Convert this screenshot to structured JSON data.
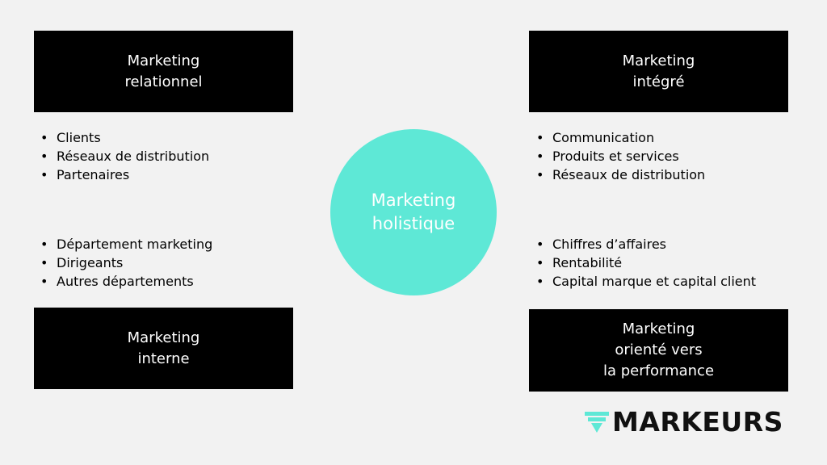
{
  "center": {
    "line1": "Marketing",
    "line2": "holistique"
  },
  "quadrants": {
    "top_left": {
      "box_lines": [
        "Marketing",
        "relationnel"
      ],
      "bullets": [
        "Clients",
        "Réseaux de distribution",
        "Partenaires"
      ]
    },
    "top_right": {
      "box_lines": [
        "Marketing",
        "intégré"
      ],
      "bullets": [
        "Communication",
        "Produits et services",
        "Réseaux de distribution"
      ]
    },
    "bottom_left": {
      "box_lines": [
        "Marketing",
        "interne"
      ],
      "bullets": [
        "Département marketing",
        "Dirigeants",
        "Autres départements"
      ]
    },
    "bottom_right": {
      "box_lines": [
        "Marketing",
        "orienté vers",
        "la performance"
      ],
      "bullets": [
        "Chiffres d’affaires",
        "Rentabilité",
        "Capital marque et capital client"
      ]
    }
  },
  "logo": {
    "text": "MARKEURS",
    "icon": "stacked-chevron-icon"
  },
  "colors": {
    "background": "#f2f2f2",
    "box": "#000000",
    "circle": "#5ee8d6",
    "logo_accent": "#5ee8d6"
  }
}
